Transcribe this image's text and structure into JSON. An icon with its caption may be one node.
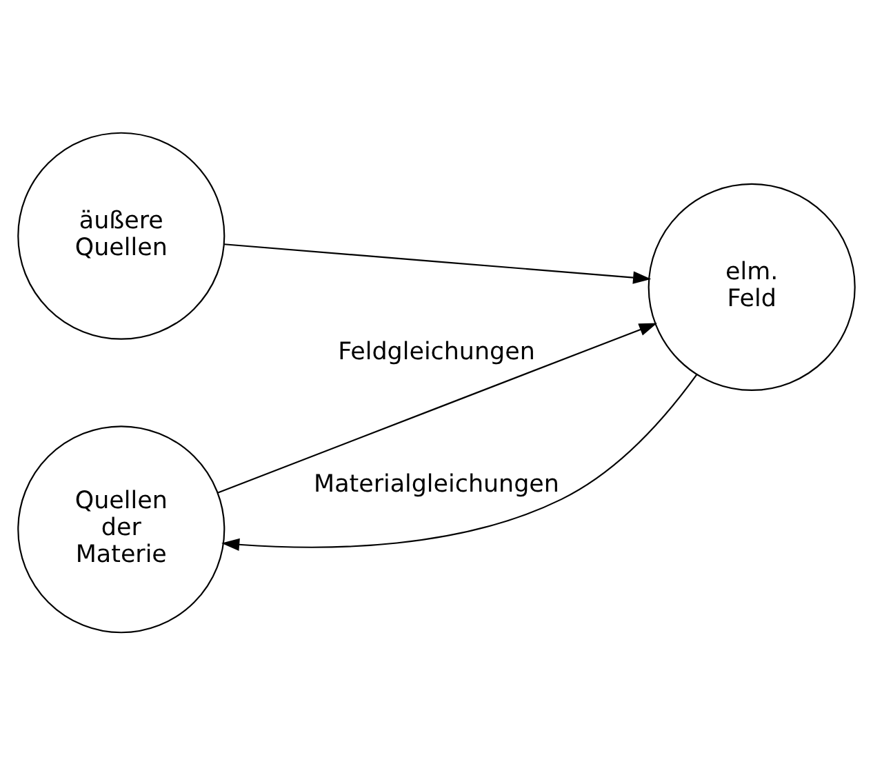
{
  "diagram": {
    "nodes": [
      {
        "text": [
          "äußere Quellen"
        ]
      },
      {
        "text": [
          "Quellen der Materie"
        ]
      },
      {
        "text": [
          "elm. Feld"
        ]
      }
    ],
    "edges": [
      {
        "from": 0,
        "to": 2,
        "arrow": "to"
      },
      {
        "from": 1,
        "to": 2,
        "arrow": "to",
        "label": "Feldgleichungen"
      },
      {
        "from": 2,
        "to": 1,
        "arrow": "to",
        "label": "Materialgleichungen"
      }
    ]
  }
}
